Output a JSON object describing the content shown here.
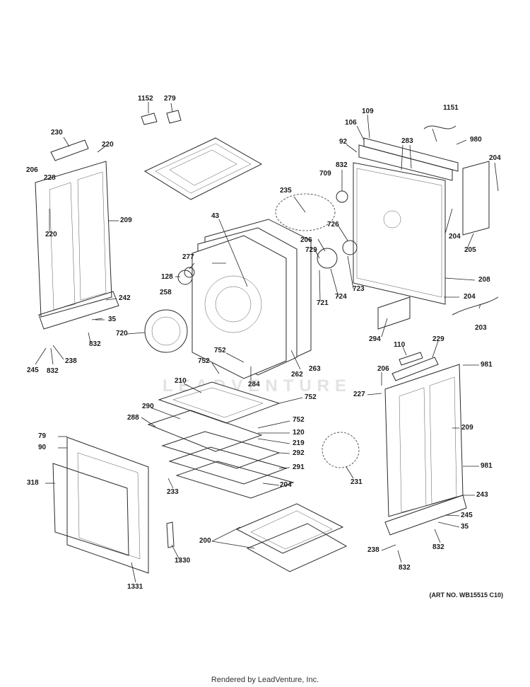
{
  "diagram": {
    "labels": [
      "1152",
      "279",
      "109",
      "1151",
      "106",
      "980",
      "92",
      "283",
      "204",
      "832",
      "709",
      "230",
      "220",
      "206",
      "228",
      "209",
      "220",
      "235",
      "43",
      "277",
      "128",
      "726",
      "206",
      "729",
      "205",
      "204",
      "208",
      "258",
      "242",
      "35",
      "832",
      "720",
      "723",
      "721",
      "724",
      "204",
      "294",
      "203",
      "245",
      "238",
      "832",
      "752",
      "752",
      "110",
      "229",
      "206",
      "981",
      "284",
      "262",
      "263",
      "210",
      "752",
      "227",
      "290",
      "288",
      "752",
      "120",
      "79",
      "219",
      "209",
      "90",
      "292",
      "291",
      "318",
      "233",
      "204",
      "231",
      "981",
      "243",
      "245",
      "35",
      "200",
      "238",
      "832",
      "1330",
      "832",
      "1331"
    ],
    "art_number": "(ART NO. WB15515 C10)",
    "footer": "Rendered by LeadVenture, Inc.",
    "watermark": "LEADVENTURE"
  }
}
